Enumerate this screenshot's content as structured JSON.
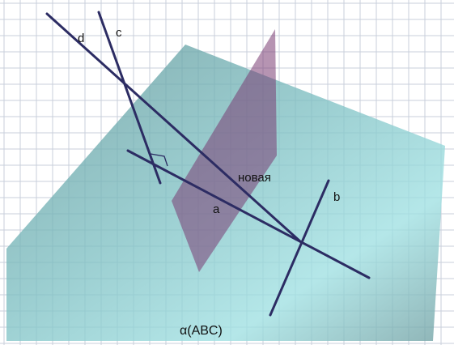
{
  "labels": {
    "line_d": "d",
    "line_c": "c",
    "line_b": "b",
    "line_a": "a",
    "new_plane": "новая",
    "plane_alpha": "α(ABC)"
  },
  "colors": {
    "grid_line": "#c9cfdb",
    "plane_alpha_light": "#9fe0e2",
    "plane_alpha_dark": "#4f7d80",
    "new_plane": "#7a3d72",
    "lines": "#2c2c63"
  }
}
